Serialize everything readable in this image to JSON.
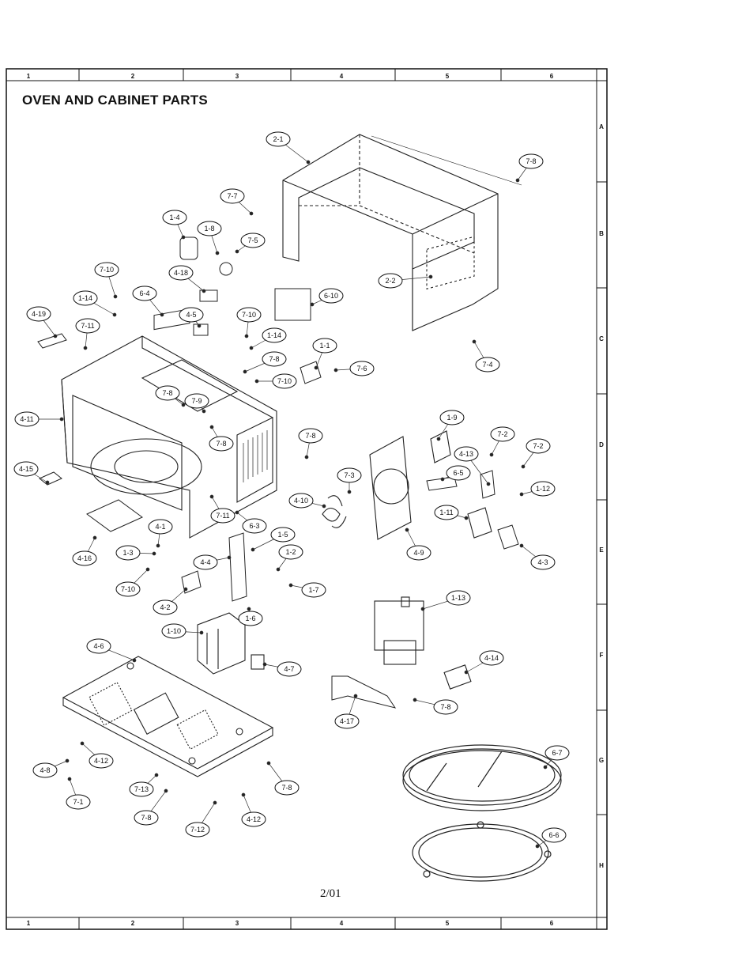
{
  "title": "OVEN AND CABINET PARTS",
  "page_number": "2/01",
  "grid": {
    "columns": [
      "1",
      "2",
      "3",
      "4",
      "5",
      "6"
    ],
    "rows": [
      "A",
      "B",
      "C",
      "D",
      "E",
      "F",
      "G",
      "H"
    ]
  },
  "callouts": [
    {
      "label": "2-1"
    },
    {
      "label": "7-8"
    },
    {
      "label": "7-7"
    },
    {
      "label": "1-4"
    },
    {
      "label": "1-8"
    },
    {
      "label": "7-5"
    },
    {
      "label": "2-2"
    },
    {
      "label": "7-10"
    },
    {
      "label": "4-18"
    },
    {
      "label": "6-10"
    },
    {
      "label": "1-14"
    },
    {
      "label": "6-4"
    },
    {
      "label": "4-19"
    },
    {
      "label": "4-5"
    },
    {
      "label": "7-10"
    },
    {
      "label": "7-11"
    },
    {
      "label": "1-14"
    },
    {
      "label": "1-1"
    },
    {
      "label": "7-4"
    },
    {
      "label": "7-8"
    },
    {
      "label": "7-6"
    },
    {
      "label": "7-10"
    },
    {
      "label": "7-8"
    },
    {
      "label": "7-9"
    },
    {
      "label": "4-11"
    },
    {
      "label": "7-8"
    },
    {
      "label": "1-9"
    },
    {
      "label": "7-8"
    },
    {
      "label": "7-2"
    },
    {
      "label": "4-13"
    },
    {
      "label": "7-2"
    },
    {
      "label": "4-15"
    },
    {
      "label": "7-3"
    },
    {
      "label": "6-5"
    },
    {
      "label": "1-12"
    },
    {
      "label": "4-10"
    },
    {
      "label": "7-11"
    },
    {
      "label": "6-3"
    },
    {
      "label": "1-11"
    },
    {
      "label": "4-1"
    },
    {
      "label": "1-5"
    },
    {
      "label": "4-16"
    },
    {
      "label": "4-9"
    },
    {
      "label": "1-3"
    },
    {
      "label": "4-4"
    },
    {
      "label": "1-2"
    },
    {
      "label": "4-3"
    },
    {
      "label": "1-7"
    },
    {
      "label": "7-10"
    },
    {
      "label": "1-13"
    },
    {
      "label": "4-2"
    },
    {
      "label": "1-6"
    },
    {
      "label": "1-10"
    },
    {
      "label": "4-6"
    },
    {
      "label": "4-14"
    },
    {
      "label": "4-7"
    },
    {
      "label": "7-8"
    },
    {
      "label": "4-17"
    },
    {
      "label": "4-12"
    },
    {
      "label": "6-7"
    },
    {
      "label": "4-8"
    },
    {
      "label": "7-13"
    },
    {
      "label": "7-8"
    },
    {
      "label": "7-1"
    },
    {
      "label": "7-8"
    },
    {
      "label": "4-12"
    },
    {
      "label": "7-12"
    },
    {
      "label": "6-6"
    }
  ]
}
